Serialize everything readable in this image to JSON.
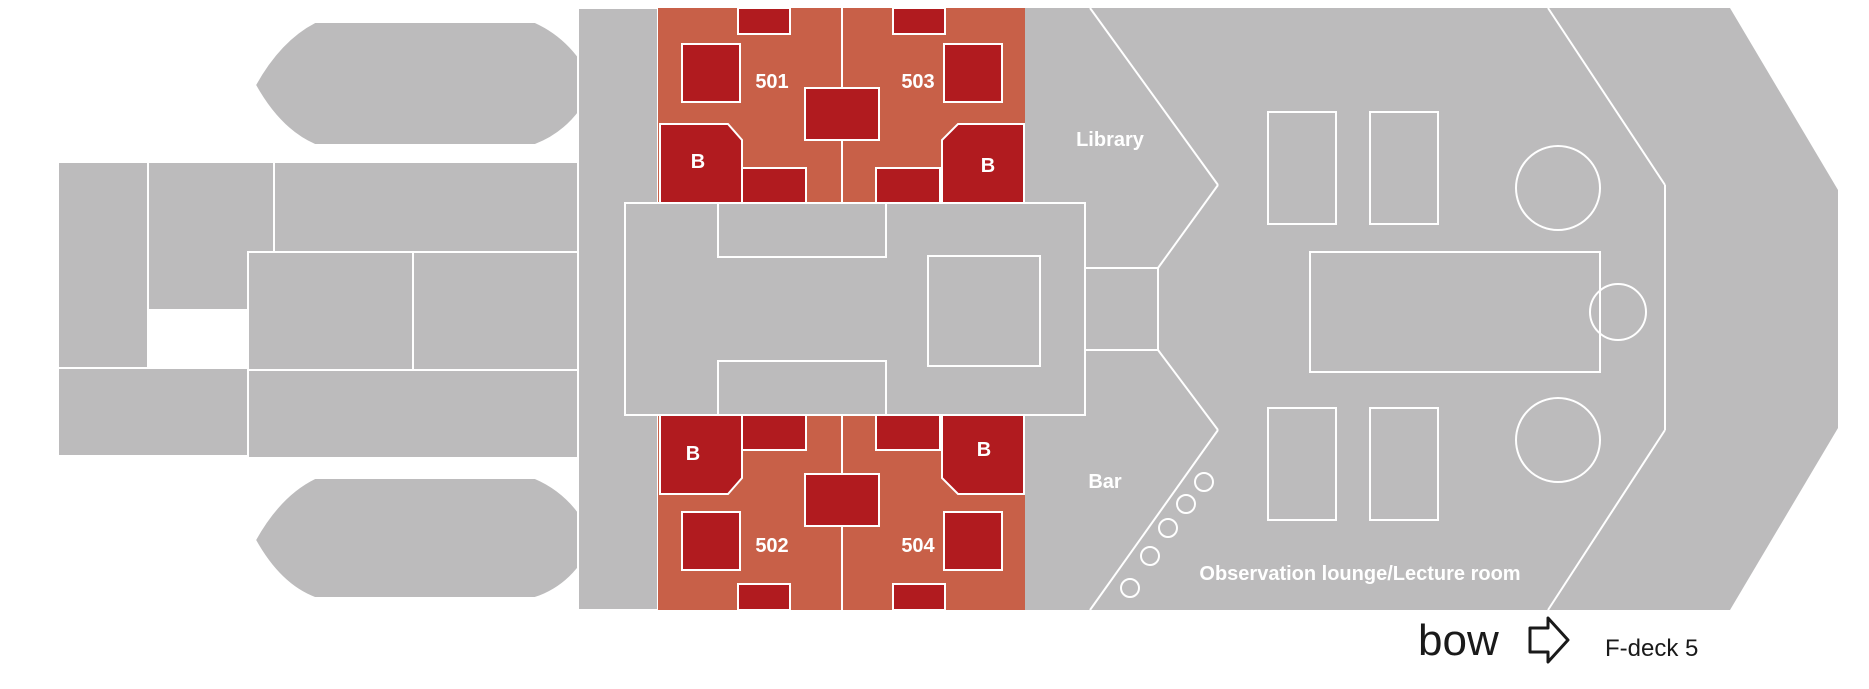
{
  "colors": {
    "deck": "#bcbbbc",
    "cabin": "#c86048",
    "bathroom": "#b11b1f",
    "line": "#ffffff",
    "text_dark": "#1a1a1a"
  },
  "labels": {
    "cabin_501": "501",
    "cabin_502": "502",
    "cabin_503": "503",
    "cabin_504": "504",
    "bath": "B",
    "library": "Library",
    "bar": "Bar",
    "lounge": "Observation lounge/Lecture room",
    "bow": "bow",
    "deck_name": "F-deck 5"
  },
  "icons": {
    "direction": "arrow-right-outline-icon"
  }
}
